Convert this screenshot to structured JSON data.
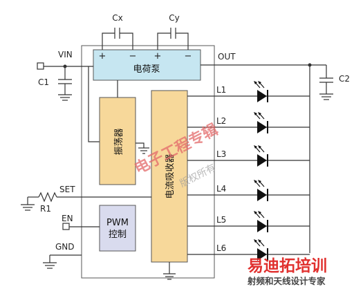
{
  "blocks": {
    "charge_pump": "电荷泵",
    "oscillator": "振荡器",
    "current_sink": "电流吸收器",
    "pwm_line1": "PWM",
    "pwm_line2": "控制"
  },
  "pins": {
    "vin": "VIN",
    "out": "OUT",
    "set": "SET",
    "en": "EN",
    "gnd": "GND"
  },
  "components": {
    "cx": "Cx",
    "cy": "Cy",
    "c1": "C1",
    "c2": "C2",
    "r1": "R1"
  },
  "polarity": {
    "plus": "+",
    "minus": "−"
  },
  "led_channels": [
    "L1",
    "L2",
    "L3",
    "L4",
    "L5",
    "L6"
  ],
  "watermark": {
    "stamp": "电子工程专辑",
    "rights": "版权所有"
  },
  "logo": {
    "brand": "易迪拓培训",
    "slogan": "射频和天线设计专家"
  },
  "colors": {
    "charge_pump_fill": "#c6e6f1",
    "block_fill": "#f7d89a",
    "pwm_fill": "#d9dbee"
  }
}
